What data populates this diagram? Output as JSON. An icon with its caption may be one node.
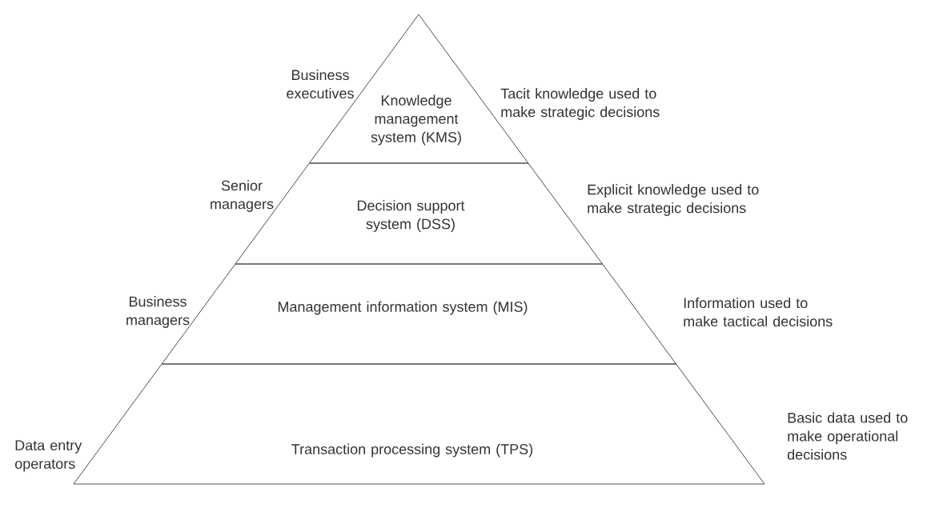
{
  "diagram": {
    "nodes": [
      {
        "text": [
          "Knowledge management system (KMS)"
        ],
        "beside": [
          "Business executives",
          "Tacit knowledge used to make strategic decisions"
        ]
      },
      {
        "text": [
          "Decision support system (DSS)"
        ],
        "beside": [
          "Senior managers",
          "Explicit knowledge used to make strategic decisions"
        ]
      },
      {
        "text": [
          "Management information system (MIS)"
        ],
        "beside": [
          "Business managers",
          "Information used to make tactical decisions"
        ]
      },
      {
        "text": [
          "Transaction processing system (TPS)"
        ],
        "beside": [
          "Data entry operators",
          "Basic data used to make operational decisions"
        ]
      }
    ]
  }
}
